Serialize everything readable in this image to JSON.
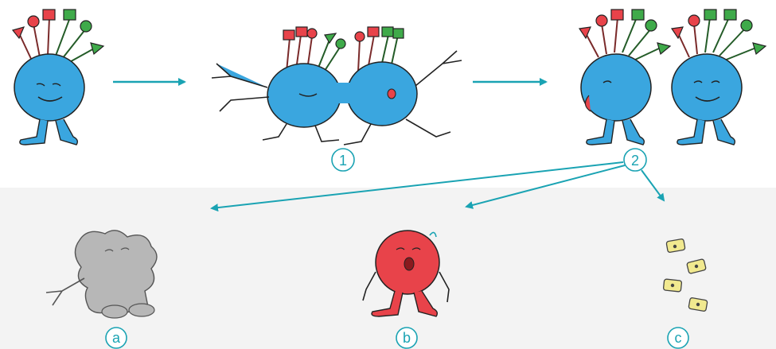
{
  "colors": {
    "accent": "#1aa3b3",
    "body_blue": "#3aa6df",
    "red_piece": "#e8434a",
    "green_piece": "#3faa4a",
    "grey_blob": "#b7b7b7",
    "red_blob": "#e8434a",
    "yellow_piece": "#f1e98f",
    "bottom_band": "#f3f3f3"
  },
  "labels": {
    "step1": "1",
    "step2": "2",
    "a": "a",
    "b": "b",
    "c": "c"
  },
  "icons": {
    "creature_single": "blue-creature-with-antennae",
    "creature_pair_fusing": "two-blue-creatures-fusing",
    "creature_pair_separated": "two-blue-creatures-side-by-side",
    "outcome_a": "grey-blob-creature",
    "outcome_b": "red-round-creature",
    "outcome_c": "scattered-yellow-pieces"
  }
}
